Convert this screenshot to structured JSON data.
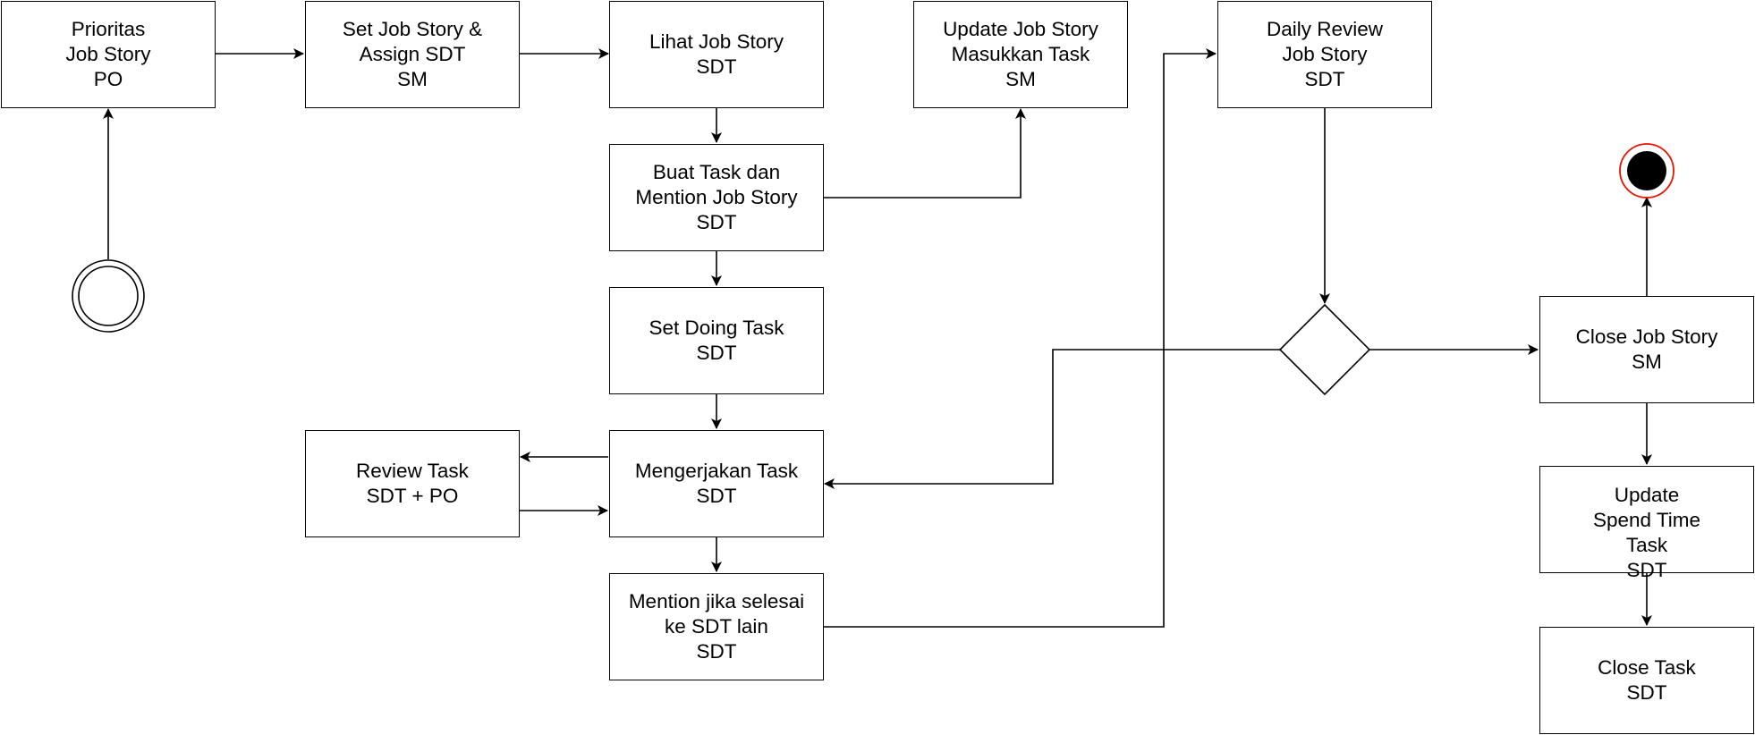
{
  "diagram": {
    "nodes": [
      {
        "id": "prioritas",
        "lines": [
          "Prioritas",
          "Job Story",
          "PO"
        ]
      },
      {
        "id": "set-job-story",
        "lines": [
          "Set Job Story &",
          "Assign SDT",
          "SM"
        ]
      },
      {
        "id": "lihat-job-story",
        "lines": [
          "Lihat Job Story",
          "SDT"
        ]
      },
      {
        "id": "update-job-story",
        "lines": [
          "Update Job Story",
          "Masukkan Task",
          "SM"
        ]
      },
      {
        "id": "daily-review",
        "lines": [
          "Daily Review",
          "Job Story",
          "SDT"
        ]
      },
      {
        "id": "buat-task",
        "lines": [
          "Buat Task dan",
          "Mention Job Story",
          "SDT"
        ]
      },
      {
        "id": "set-doing-task",
        "lines": [
          "Set Doing Task",
          "SDT"
        ]
      },
      {
        "id": "review-task",
        "lines": [
          "Review Task",
          "SDT + PO"
        ]
      },
      {
        "id": "mengerjakan-task",
        "lines": [
          "Mengerjakan Task",
          "SDT"
        ]
      },
      {
        "id": "mention-selesai",
        "lines": [
          "Mention jika selesai",
          "ke SDT lain",
          "SDT"
        ]
      },
      {
        "id": "close-job-story",
        "lines": [
          "Close Job Story",
          "SM"
        ]
      },
      {
        "id": "update-spend-time",
        "lines": [
          "Update",
          "Spend Time",
          "Task",
          "SDT"
        ]
      },
      {
        "id": "close-task",
        "lines": [
          "Close Task",
          "SDT"
        ]
      }
    ],
    "start_node": {
      "id": "start"
    },
    "end_node": {
      "id": "end",
      "accent": "#e51400"
    },
    "decision": {
      "id": "decision"
    }
  }
}
